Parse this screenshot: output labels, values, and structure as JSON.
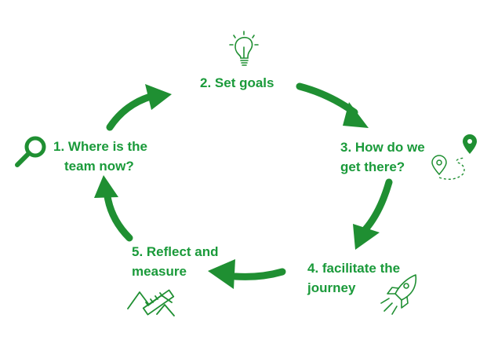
{
  "colors": {
    "green": "#1f8f32",
    "text_green": "#1a9a3a"
  },
  "steps": [
    {
      "id": "step-1",
      "line1": "1. Where is the",
      "line2": "team now?",
      "icon": "magnifier-icon"
    },
    {
      "id": "step-2",
      "line1": "2. Set goals",
      "icon": "lightbulb-icon"
    },
    {
      "id": "step-3",
      "line1": "3. How do we",
      "line2": "get there?",
      "icon": "route-map-pins-icon"
    },
    {
      "id": "step-4",
      "line1": "4. facilitate the",
      "line2": "journey",
      "icon": "rocket-icon"
    },
    {
      "id": "step-5",
      "line1": "5. Reflect and",
      "line2": "measure",
      "icon": "ruler-chart-icon"
    }
  ]
}
